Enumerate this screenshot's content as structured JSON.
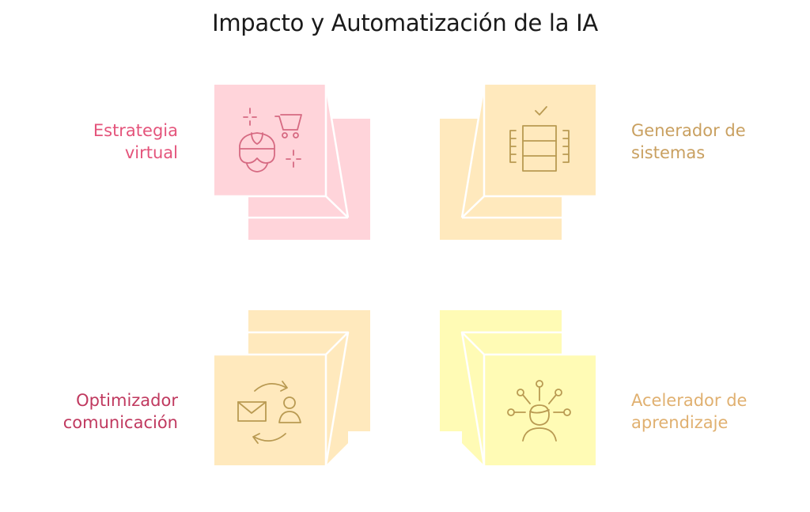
{
  "title": "Impacto y Automatización de la IA",
  "quadrants": [
    {
      "label_line1": "Estrategia",
      "label_line2": "virtual",
      "color": "#e4547b",
      "icon": "vr-headset-cart-icon"
    },
    {
      "label_line1": "Generador de",
      "label_line2": "sistemas",
      "color": "#c9a060",
      "icon": "server-stack-check-icon"
    },
    {
      "label_line1": "Optimizador",
      "label_line2": "comunicación",
      "color": "#c0395f",
      "icon": "mail-sync-user-icon"
    },
    {
      "label_line1": "Acelerador de",
      "label_line2": "aprendizaje",
      "color": "#e0b070",
      "icon": "person-ideas-network-icon"
    }
  ],
  "colors": {
    "pink_fill": "#ffd4da",
    "peach_fill": "#ffe9bd",
    "yellow_fill": "#fffbb5",
    "pink_stroke": "#e07d90",
    "gold_stroke": "#b99a52"
  }
}
